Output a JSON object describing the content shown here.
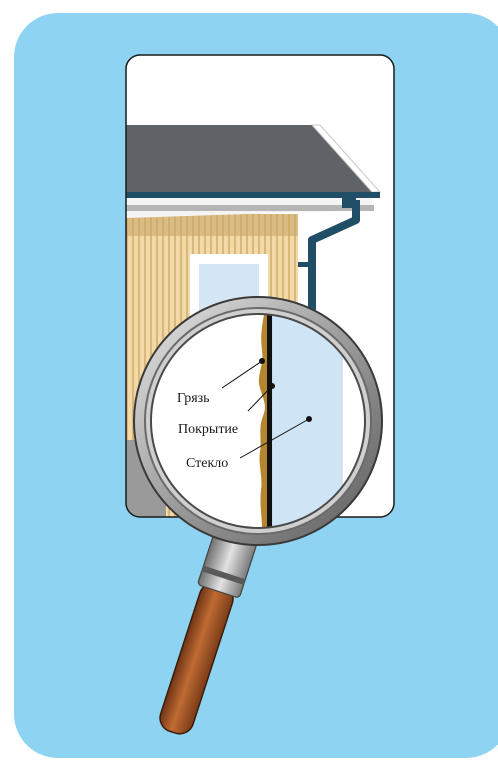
{
  "colors": {
    "background_panel": "#8fd3f2",
    "card_bg": "#ffffff",
    "roof": "#5f6266",
    "gutter": "#1f4e66",
    "wall": "#f2d9a6",
    "wall_stripe": "#d8b77c",
    "window_glass": "#d3e6f5",
    "glass_panel": "#cfe4f5",
    "dirt": "#b5862e",
    "coating_line": "#111111",
    "lens_frame": "#9a9a9a",
    "handle": "#a55a2a"
  },
  "icons": {
    "magnifier": "magnifying-glass-icon",
    "house": "house-illustration"
  },
  "labels": {
    "dirt": "Грязь",
    "coating": "Покрытие",
    "glass": "Стекло"
  }
}
